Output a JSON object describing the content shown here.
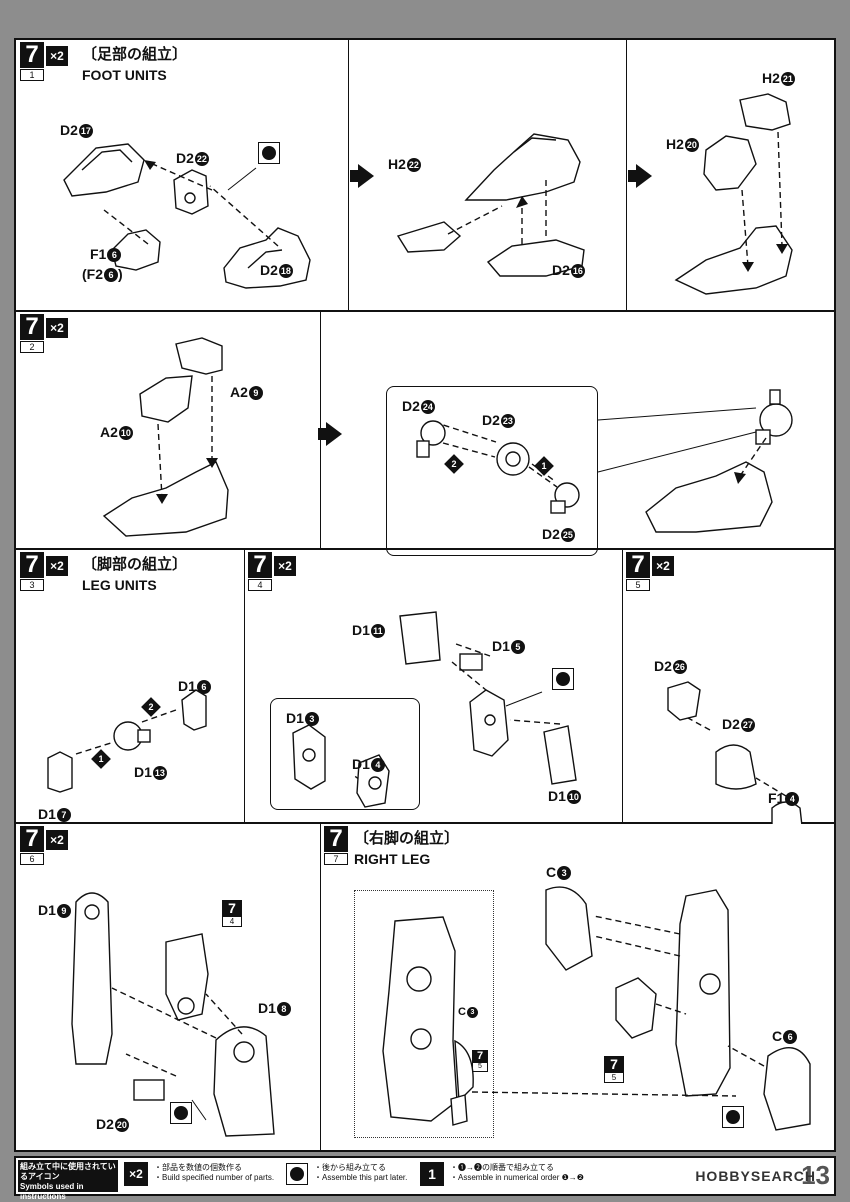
{
  "steps": {
    "s1": {
      "num": "7",
      "sub": "1",
      "x2": "×2",
      "jp": "〔足部の組立〕",
      "en": "FOOT UNITS"
    },
    "s2": {
      "num": "7",
      "sub": "2",
      "x2": "×2"
    },
    "s3": {
      "num": "7",
      "sub": "3",
      "x2": "×2",
      "jp": "〔脚部の組立〕",
      "en": "LEG UNITS"
    },
    "s4": {
      "num": "7",
      "sub": "4",
      "x2": "×2"
    },
    "s5": {
      "num": "7",
      "sub": "5",
      "x2": "×2"
    },
    "s6": {
      "num": "7",
      "sub": "6",
      "x2": "×2"
    },
    "s7": {
      "num": "7",
      "sub": "7",
      "jp": "〔右脚の組立〕",
      "en": "RIGHT LEG"
    }
  },
  "labels": {
    "d2_17": {
      "t": "D2",
      "n": "17"
    },
    "d2_22a": {
      "t": "D2",
      "n": "22"
    },
    "f1_6": {
      "t": "F1",
      "n": "6"
    },
    "f2_6": {
      "t": "(F2",
      "n": "6",
      "end": ")"
    },
    "d2_18": {
      "t": "D2",
      "n": "18"
    },
    "h2_22": {
      "t": "H2",
      "n": "22"
    },
    "d2_16": {
      "t": "D2",
      "n": "16"
    },
    "h2_21": {
      "t": "H2",
      "n": "21"
    },
    "h2_20": {
      "t": "H2",
      "n": "20"
    },
    "a2_9": {
      "t": "A2",
      "n": "9"
    },
    "a2_10": {
      "t": "A2",
      "n": "10"
    },
    "d2_24": {
      "t": "D2",
      "n": "24"
    },
    "d2_23": {
      "t": "D2",
      "n": "23"
    },
    "d2_25": {
      "t": "D2",
      "n": "25"
    },
    "d1_6": {
      "t": "D1",
      "n": "6"
    },
    "d1_13": {
      "t": "D1",
      "n": "13"
    },
    "d1_7": {
      "t": "D1",
      "n": "7"
    },
    "d1_11": {
      "t": "D1",
      "n": "11"
    },
    "d1_5": {
      "t": "D1",
      "n": "5"
    },
    "d1_3": {
      "t": "D1",
      "n": "3"
    },
    "d1_4": {
      "t": "D1",
      "n": "4"
    },
    "d1_10": {
      "t": "D1",
      "n": "10"
    },
    "d2_26": {
      "t": "D2",
      "n": "26"
    },
    "d2_27": {
      "t": "D2",
      "n": "27"
    },
    "f1_4": {
      "t": "F1",
      "n": "4"
    },
    "d1_9": {
      "t": "D1",
      "n": "9"
    },
    "d1_8": {
      "t": "D1",
      "n": "8"
    },
    "d2_20": {
      "t": "D2",
      "n": "20"
    },
    "c3": {
      "t": "C",
      "n": "3"
    },
    "c6": {
      "t": "C",
      "n": "6"
    },
    "c3s": {
      "t": "C",
      "n": "3"
    }
  },
  "order": {
    "one": "1",
    "two": "2"
  },
  "refs": {
    "r4": {
      "n": "7",
      "s": "4"
    },
    "r5": {
      "n": "7",
      "s": "5"
    },
    "r5b": {
      "n": "7",
      "s": "5"
    }
  },
  "footer": {
    "header_jp": "組み立て中に使用されているアイコン",
    "header_en": "Symbols used in instructions",
    "x2_label": "×2",
    "x2_jp": "・部品を数値の個数作る",
    "x2_en": "・Build specified number of parts.",
    "later_jp": "・後から組み立てる",
    "later_en": "・Assemble this part later.",
    "order_num": "1",
    "order_jp": "・❶→❷の順番で組み立てる",
    "order_en": "・Assemble in numerical order ❶→❷",
    "page": "13",
    "watermark": "HOBBYSEARCH"
  }
}
